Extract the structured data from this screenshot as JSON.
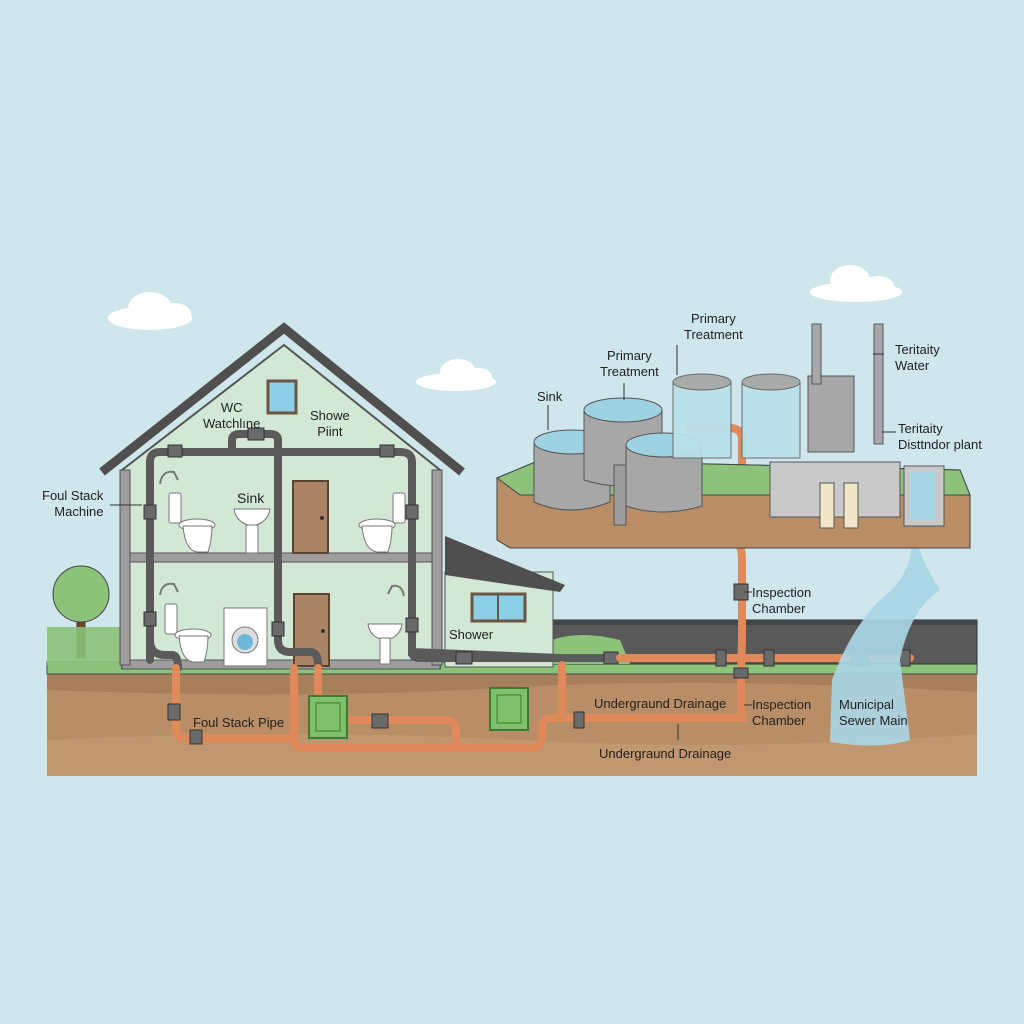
{
  "diagram": {
    "title": "",
    "colors": {
      "sky": "#cfe6ec",
      "house_wall": "#d3e8d4",
      "roof": "#4f4f4f",
      "soil": "#b98e67",
      "soil_dark": "#9a7352",
      "grass": "#8cc279",
      "grey_pipe": "#5a5a5a",
      "drain_pipe": "#e08a5c",
      "water": "#a9d6e5",
      "tank_grey": "#a7a7a7"
    },
    "labels": {
      "wc": "WC",
      "watchline": "Watchlıne",
      "shower_point_1": "Showe",
      "shower_point_2": "Piint",
      "foul_stack_machine_1": "Foul Stack",
      "foul_stack_machine_2": "Machine",
      "sink_house": "Sink",
      "shower_annex": "Shower",
      "foul_stack_pipe": "Foul Stack Pipe",
      "underground_drainage_upper": "Undergraund Drainage",
      "underground_drainage_lower": "Undergraund Drainage",
      "inspection_chamber_upper_1": "Inspection",
      "inspection_chamber_upper_2": "Chamber",
      "inspection_chamber_lower_1": "Inspection",
      "inspection_chamber_lower_2": "Chamber",
      "municipal_sewer_1": "Municipal",
      "municipal_sewer_2": "Sewer Main",
      "sink_plant": "Sink",
      "primary_treatment_left_1": "Primary",
      "primary_treatment_left_2": "Treatment",
      "primary_treatment_right_1": "Primary",
      "primary_treatment_right_2": "Treatment",
      "tertiary_water_1": "Teritaity",
      "tertiary_water_2": "Water",
      "tertiary_plant_1": "Teritaity",
      "tertiary_plant_2": "Disttndor plant"
    },
    "components": [
      {
        "name": "house",
        "floors": 2
      },
      {
        "name": "annex"
      },
      {
        "name": "treatment-plant",
        "tanks": 5
      },
      {
        "name": "municipal-sewer-main"
      }
    ]
  }
}
